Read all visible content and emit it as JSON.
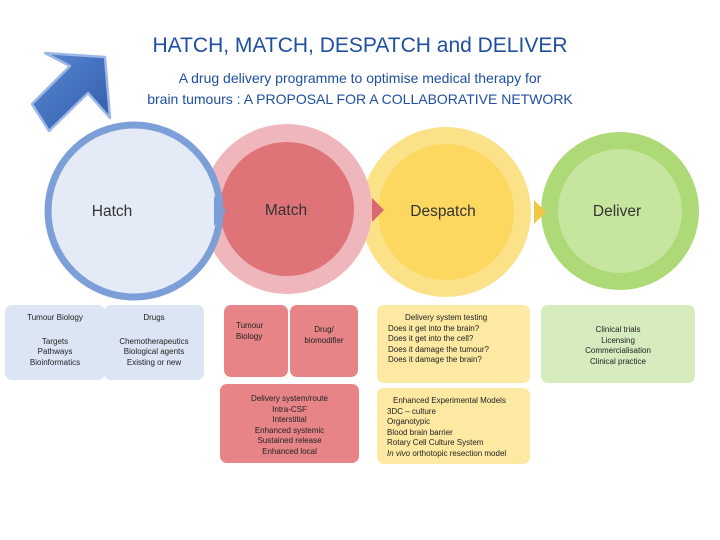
{
  "header": {
    "title": "HATCH, MATCH, DESPATCH and DELIVER",
    "subtitle_line1": "A drug delivery programme to optimise medical therapy for",
    "subtitle_line2": "brain tumours : A PROPOSAL FOR A COLLABORATIVE NETWORK"
  },
  "stages": {
    "hatch": "Hatch",
    "match": "Match",
    "despatch": "Despatch",
    "deliver": "Deliver"
  },
  "colors": {
    "title": "#1f4fa0",
    "arrow": "#4472c4",
    "hatch": "#dbe5f4",
    "match": "#e68487",
    "despatch": "#fde9a1",
    "deliver": "#d6ecbe"
  },
  "boxes": {
    "tumour_biology": {
      "title": "Tumour Biology",
      "items": [
        "Targets",
        "Pathways",
        "Bioinformatics"
      ]
    },
    "drugs": {
      "title": "Drugs",
      "items": [
        "Chemotherapeutics",
        "Biological agents",
        "Existing or new"
      ]
    },
    "match_pair": {
      "left": [
        "Tumour",
        "Biology"
      ],
      "right": [
        "Drug/",
        "biomodifier"
      ]
    },
    "delivery_route": {
      "lines": [
        "Delivery system/route",
        "Intra-CSF",
        "Interstitial",
        "Enhanced systemic",
        "Sustained release",
        "Enhanced local"
      ]
    },
    "delivery_testing": {
      "title": "Delivery system testing",
      "lines": [
        "Does it get into the brain?",
        "Does it get into the cell?",
        "Does it damage the tumour?",
        "Does it damage the brain?"
      ]
    },
    "experimental_models": {
      "title": "Enhanced Experimental Models",
      "lines": [
        "3DC – culture",
        "Organotypic",
        "Blood brain barrier",
        "Rotary Cell Culture System"
      ],
      "last_italic": "In vivo",
      "last_rest": " orthotopic resection model"
    },
    "deliver_box": {
      "lines": [
        "Clinical trials",
        "Licensing",
        "Commercialisation",
        "Clinical practice"
      ]
    }
  }
}
